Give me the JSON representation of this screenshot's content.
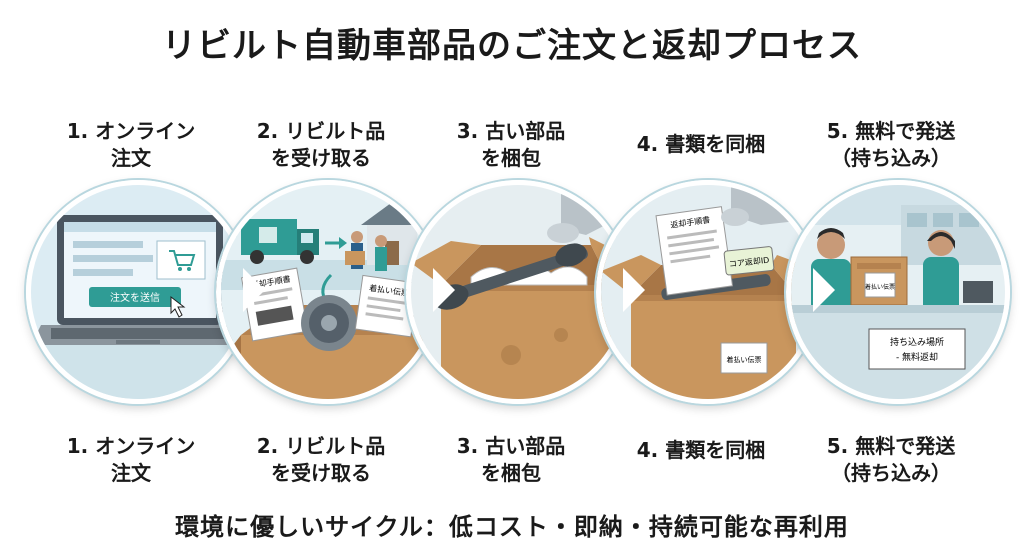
{
  "title": "リビルト自動車部品のご注文と返却プロセス",
  "steps": [
    {
      "line1": "1. オンライン",
      "line2": "注文"
    },
    {
      "line1": "2. リビルト品",
      "line2": "を受け取る"
    },
    {
      "line1": "3. 古い部品",
      "line2": "を梱包"
    },
    {
      "line1": "4. 書類を同梱",
      "line2": ""
    },
    {
      "line1": "5. 無料で発送",
      "line2": "（持ち込み）"
    }
  ],
  "illustrations": {
    "order_button": "注文を送信",
    "return_slip": "返却手順書",
    "payment_slip": "着払い伝票",
    "return_doc": "返却手順書",
    "core_tag": "コア返却ID",
    "box_label": "着払い伝票",
    "store_box": "着払い伝票",
    "dropoff_sign_1": "持ち込み場所",
    "dropoff_sign_2": "- 無料返却"
  },
  "footer": "環境に優しいサイクル：低コスト・即納・持続可能な再利用",
  "colors": {
    "sky": "#dcecf3",
    "teal": "#2f9c95",
    "box": "#c9965e",
    "box_dark": "#9c6b3c",
    "metal": "#5f6b73"
  }
}
